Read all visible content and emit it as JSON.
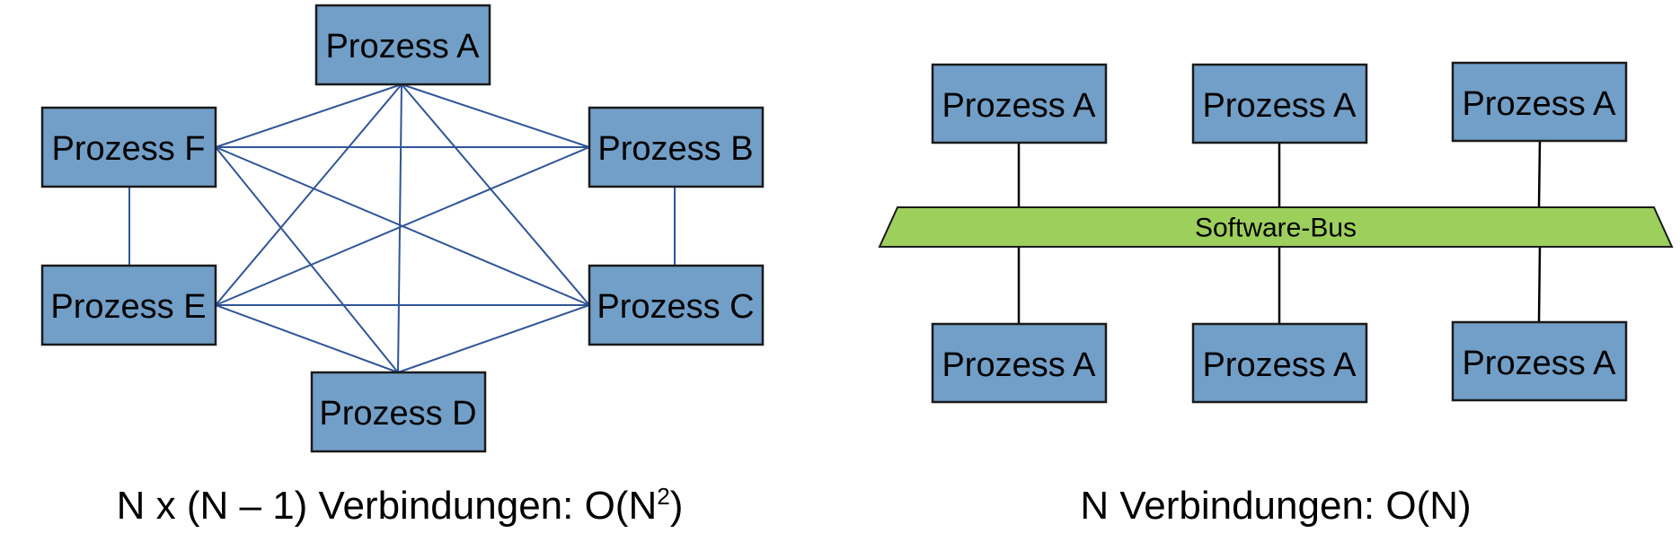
{
  "mesh": {
    "process_a": "Prozess A",
    "process_b": "Prozess B",
    "process_c": "Prozess C",
    "process_d": "Prozess D",
    "process_e": "Prozess E",
    "process_f": "Prozess F",
    "caption_main": "N x (N – 1) Verbindungen: O(N",
    "caption_sup": "2",
    "caption_end": ")"
  },
  "bus": {
    "label": "Software-Bus",
    "top_processes": [
      "Prozess A",
      "Prozess A",
      "Prozess A"
    ],
    "bottom_processes": [
      "Prozess A",
      "Prozess A",
      "Prozess A"
    ],
    "caption": "N Verbindungen: O(N)"
  },
  "colors": {
    "process_fill": "#729fc7",
    "bus_fill": "#9dcf5c",
    "mesh_line": "#2f5597"
  }
}
